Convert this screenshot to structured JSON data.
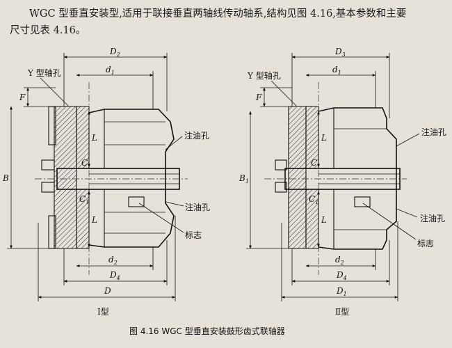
{
  "intro": {
    "line1": "WGC 型垂直安装型,适用于联接垂直两轴线传动轴系,结构见图 4.16,基本参数和主要",
    "line2": "尺寸见表 4.16。"
  },
  "figure": {
    "caption": "图 4.16   WGC 型垂直安装鼓形齿式联轴器",
    "left": {
      "type_label": "Ⅰ型",
      "label_shaft_hole": "Y 型轴孔",
      "label_oil_hole_1": "注油孔",
      "label_oil_hole_2": "注油孔",
      "label_mark": "标志",
      "dims": {
        "D2": {
          "main": "D",
          "sub": "2"
        },
        "d1": {
          "main": "d",
          "sub": "1"
        },
        "F": "F",
        "B": "B",
        "L_top": "L",
        "C": "C",
        "C1": {
          "main": "C",
          "sub": "1"
        },
        "L_bottom": "L",
        "d2": {
          "main": "d",
          "sub": "2"
        },
        "D4": {
          "main": "D",
          "sub": "4"
        },
        "D": "D"
      }
    },
    "right": {
      "type_label": "Ⅱ型",
      "label_shaft_hole": "Y 型轴孔",
      "label_oil_hole_1": "注油孔",
      "label_oil_hole_2": "注油孔",
      "label_mark": "标志",
      "dims": {
        "D3": {
          "main": "D",
          "sub": "3"
        },
        "d1": {
          "main": "d",
          "sub": "1"
        },
        "F": "F",
        "B1": {
          "main": "B",
          "sub": "1"
        },
        "L_top": "L",
        "C": "C",
        "C1": {
          "main": "C",
          "sub": "1"
        },
        "L_bottom": "L",
        "d2": {
          "main": "d",
          "sub": "2"
        },
        "D4": {
          "main": "D",
          "sub": "4"
        },
        "D1": {
          "main": "D",
          "sub": "1"
        }
      }
    }
  }
}
